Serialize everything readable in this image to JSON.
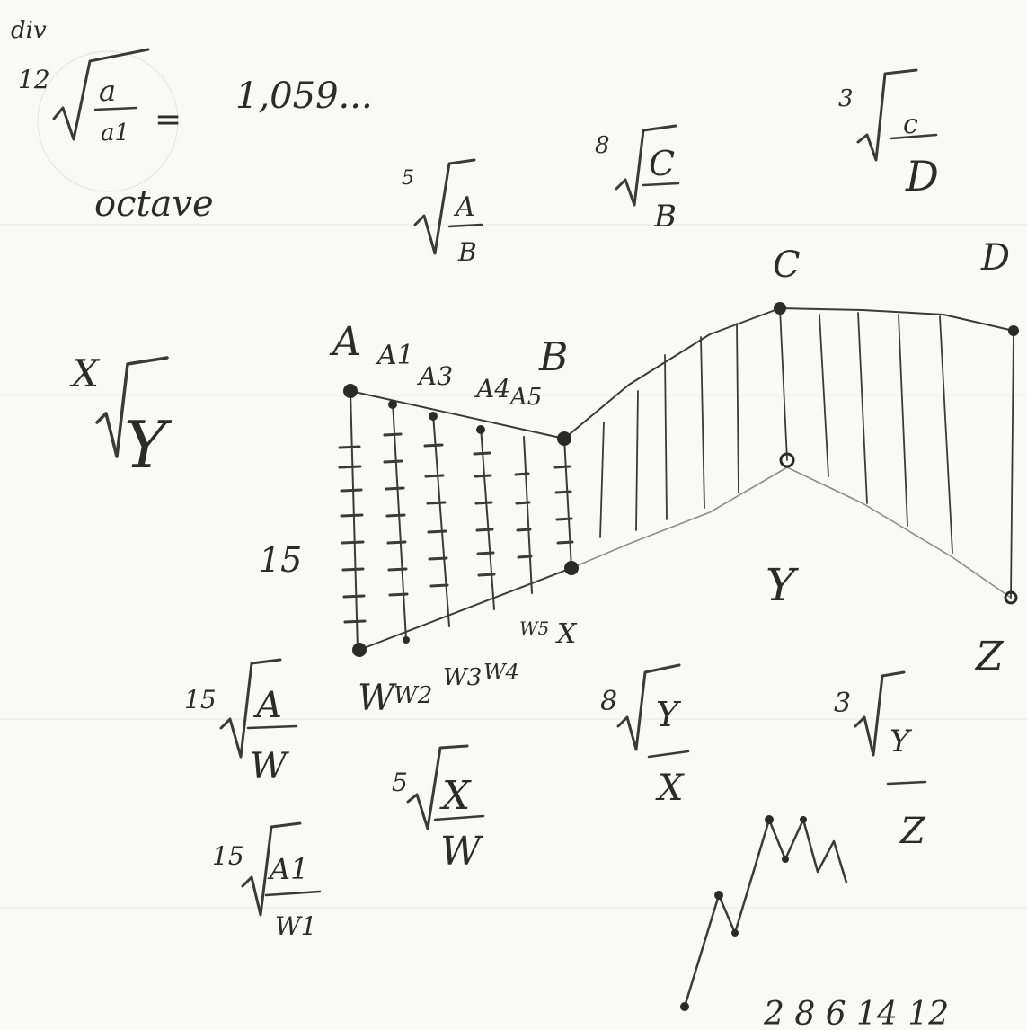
{
  "notes": {
    "div": "div",
    "root12_index": "12",
    "root12_num": "a",
    "root12_den": "a1",
    "equals": "=",
    "value": "1,059...",
    "octave": "octave",
    "root5_index": "5",
    "root5_num": "A",
    "root5_den": "B",
    "root8_index": "8",
    "root8_num": "C",
    "root8_den": "B",
    "root3_index": "3",
    "root3_num": "c",
    "root3_den": "D",
    "rootX_index": "X",
    "rootX_radicand": "Y",
    "count": "15",
    "root15_index": "15",
    "root15_num": "A",
    "root15_den": "W",
    "root5b_index": "5",
    "root5b_num": "X",
    "root5b_den": "W",
    "root8b_index": "8",
    "root8b_num": "Y",
    "root8b_den": "X",
    "root3b_index": "3",
    "root3b_num": "Y",
    "root3b_den": "Z",
    "root15b_index": "15",
    "root15b_num": "A1",
    "root15b_den": "W1",
    "sequence": "2 8 6 14 12"
  },
  "diagram": {
    "point_A": "A",
    "point_A1": "A1",
    "point_A3": "A3",
    "point_A4": "A4",
    "point_A5": "A5",
    "point_B": "B",
    "point_C": "C",
    "point_D": "D",
    "point_X": "X",
    "point_Y": "Y",
    "point_Z": "Z",
    "point_W": "W",
    "point_W2": "W2",
    "point_W3": "W3",
    "point_W4": "W4",
    "point_W5": "W5"
  }
}
